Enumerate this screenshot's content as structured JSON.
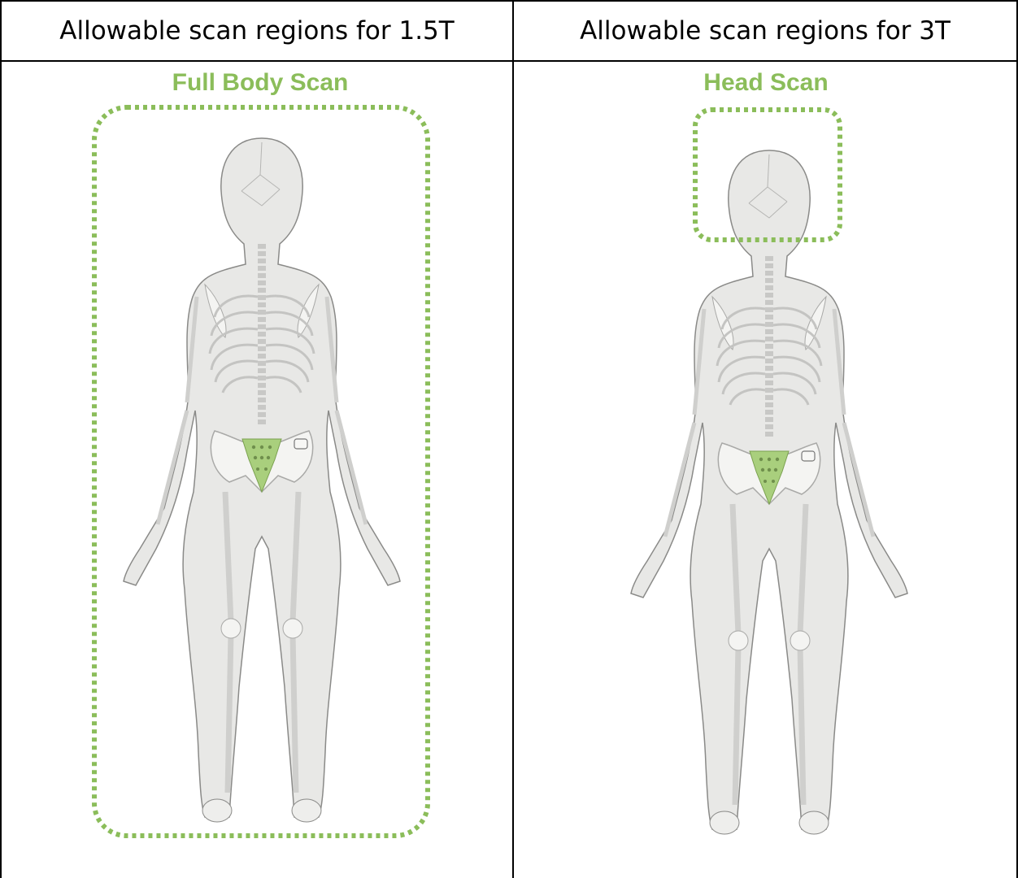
{
  "columns": [
    {
      "header": "Allowable scan regions for 1.5T",
      "scan_label": "Full Body Scan",
      "scan_region": "full-body"
    },
    {
      "header": "Allowable scan regions for 3T",
      "scan_label": "Head Scan",
      "scan_region": "head"
    }
  ],
  "colors": {
    "scan_green": "#8bbd5a",
    "implant_green": "#a9cf7d",
    "skin": "#e6e6e4",
    "bone": "#f7f7f5",
    "outline": "#8a8a88",
    "border": "#000000"
  }
}
